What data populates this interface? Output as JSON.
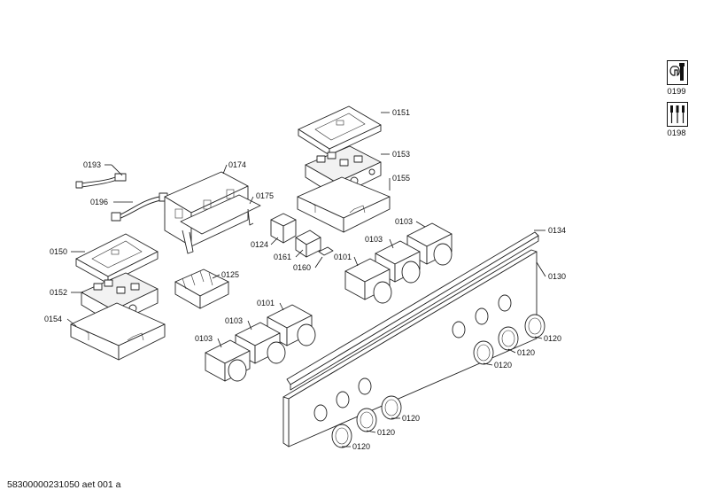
{
  "document_id": "58300000231050 aet 001 a",
  "tools": [
    {
      "code": "0199",
      "icon": "wrench-icon"
    },
    {
      "code": "0198",
      "icon": "screwdriver-set-icon"
    }
  ],
  "labels": {
    "l0151": "0151",
    "l0153": "0153",
    "l0155": "0155",
    "l0193": "0193",
    "l0174": "0174",
    "l0196": "0196",
    "l0175": "0175",
    "l0124": "0124",
    "l0161": "0161",
    "l0160": "0160",
    "l0150": "0150",
    "l0125": "0125",
    "l0152": "0152",
    "l0154": "0154",
    "l0103a": "0103",
    "l0103b": "0103",
    "l0101a": "0101",
    "l0134": "0134",
    "l0130": "0130",
    "l0101b": "0101",
    "l0103c": "0103",
    "l0103d": "0103",
    "l0120a": "0120",
    "l0120b": "0120",
    "l0120c": "0120",
    "l0120d": "0120",
    "l0120e": "0120",
    "l0120f": "0120"
  }
}
